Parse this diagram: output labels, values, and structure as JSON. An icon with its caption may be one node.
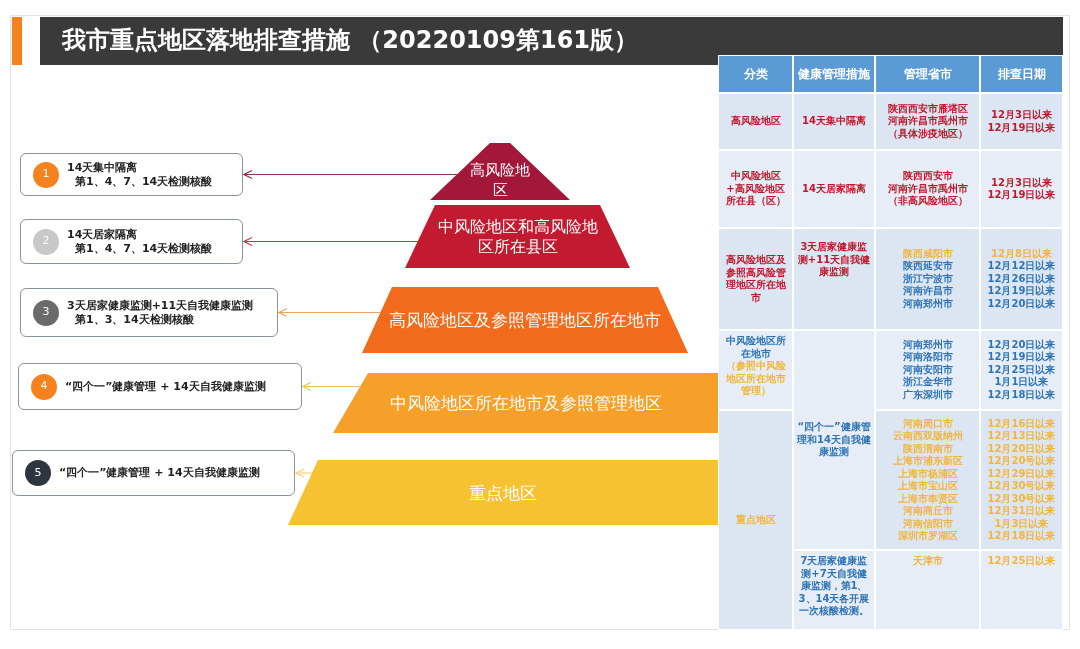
{
  "diagram": {
    "title": "我市重点地区落地排查措施 （20220109第161版）",
    "nodes": [
      {
        "text": [
          "1",
          "14天集中隔离",
          "第1、4、7、14天检测核酸"
        ]
      },
      {
        "text": [
          "2",
          "14天居家隔离",
          "第1、4、7、14天检测核酸"
        ]
      },
      {
        "text": [
          "3",
          "3天居家健康监测+11天自我健康监测",
          "第1、3、14天检测核酸"
        ]
      },
      {
        "text": [
          "4",
          "“四个一”健康管理 + 14天自我健康监测"
        ]
      },
      {
        "text": [
          "5",
          "“四个一”健康管理 + 14天自我健康监测"
        ]
      },
      {
        "text": [
          "高风险地区"
        ]
      },
      {
        "text": [
          "中风险地区和高风险地区所在县区"
        ]
      },
      {
        "text": [
          "高风险地区及参照管理地区所在地市"
        ]
      },
      {
        "text": [
          "中风险地区所在地市及参照管理地区"
        ]
      },
      {
        "text": [
          "重点地区"
        ]
      }
    ],
    "edges": [
      {
        "from": 5,
        "to": 0,
        "arrow": "to",
        "color": "#8e2f4a"
      },
      {
        "from": 6,
        "to": 1,
        "arrow": "to",
        "color": "#c23a48"
      },
      {
        "from": 7,
        "to": 2,
        "arrow": "to",
        "color": "#f0a35a"
      },
      {
        "from": 8,
        "to": 3,
        "arrow": "to",
        "color": "#f3bf63"
      },
      {
        "from": 9,
        "to": 4,
        "arrow": "to",
        "color": "#f5d27a"
      }
    ],
    "labels": [
      "分类",
      "健康管理措施",
      "管理省市",
      "排查日期",
      "高风险地区",
      "14天集中隔离",
      "陕西西安市雁塔区",
      "河南许昌市禹州市",
      "（具体涉疫地区）",
      "12月3日以来",
      "12月19日以来",
      "中风险地区+高风险地区所在县（区）",
      "14天居家隔离",
      "陕西西安市",
      "河南许昌市禹州市",
      "（非高风险地区）",
      "12月3日以来",
      "12月19日以来",
      "高风险地区及参照高风险管理地区所在地市",
      "3天居家健康监测+11天自我健康监测",
      "陕西咸阳市",
      "陕西延安市",
      "浙江宁波市",
      "河南许昌市",
      "河南郑州市",
      "12月8日以来",
      "12月12日以来",
      "12月26日以来",
      "12月19日以来",
      "12月20日以来",
      "中风险地区所在地市",
      "（参照中风险地区所在地市管理）",
      "“四个一”健康管理和14天自我健康监测",
      "河南郑州市",
      "河南洛阳市",
      "河南安阳市",
      "浙江金华市",
      "广东深圳市",
      "12月20日以来",
      "12月19日以来",
      "12月25日以来",
      "1月1日以来",
      "12月18日以来",
      "重点地区",
      "河南周口市",
      "云南西双版纳州",
      "陕西渭南市",
      "上海市浦东新区",
      "上海市杨浦区",
      "上海市宝山区",
      "上海市奉贤区",
      "河南商丘市",
      "河南信阳市",
      "深圳市罗湖区",
      "12月16日以来",
      "12月13日以来",
      "12月20日以来",
      "12月20号以来",
      "12月29日以来",
      "12月30号以来",
      "12月30号以来",
      "12月31日以来",
      "1月3日以来",
      "12月18日以来",
      "7天居家健康监测+7天自我健康监测，第1、3、14天各开展一次核酸检测。",
      "天津市",
      "12月25日以来"
    ]
  }
}
